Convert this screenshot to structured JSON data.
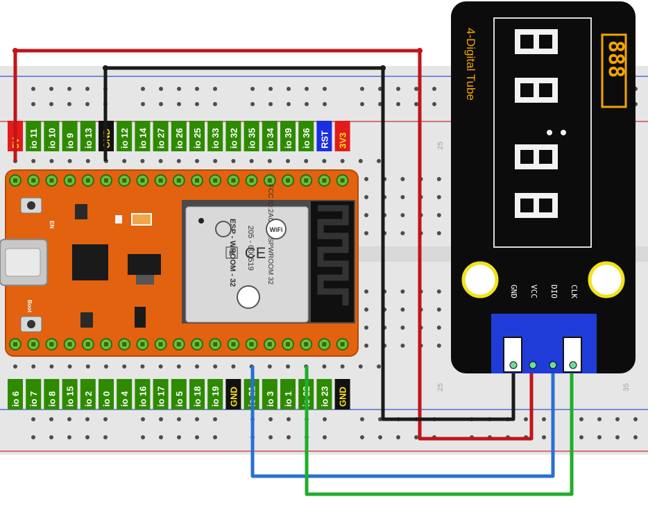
{
  "colors": {
    "board": "#e2620f",
    "board_edge": "#b84a08",
    "pin_green": "#5a9a1a",
    "label_bg_green": "#2e8b00",
    "label_bg_black": "#111111",
    "label_bg_red": "#e21b1b",
    "label_bg_blue": "#1a2fe0",
    "wire_red": "#c0151a",
    "wire_black": "#1a1a1a",
    "wire_blue": "#2a6fd6",
    "wire_green": "#1fae2a",
    "module_bg": "#0c0c0c",
    "module_text": "#f5a400",
    "connector_blue": "#1f3cd8",
    "mount_ring": "#f2e21b"
  },
  "top_labels": [
    "5V",
    "io 11",
    "io 10",
    "io 9",
    "io 13",
    "GND",
    "io 12",
    "io 14",
    "io 27",
    "io 26",
    "io 25",
    "io 33",
    "io 32",
    "io 35",
    "io 34",
    "io 39",
    "io 36",
    "RST",
    "3V3"
  ],
  "bottom_labels": [
    "io 6",
    "io 7",
    "io 8",
    "io 15",
    "io 2",
    "io 0",
    "io 4",
    "io 16",
    "io 17",
    "io 5",
    "io 18",
    "io 19",
    "GND",
    "io 21",
    "io 3",
    "io 1",
    "io 22",
    "io 23",
    "GND"
  ],
  "board": {
    "en_label": "EN",
    "boot_label": "Boot",
    "wifi_label": "WiFi",
    "module_name": "ESP - WROOM - 32",
    "fcc_text": "FCC ID:2AC7Z-ESPWROOM 32",
    "cert_id": "205 - 000519",
    "ce_mark": "CE",
    "r_mark": "R"
  },
  "display": {
    "title": "4-Digital Tube",
    "pins": [
      "GND",
      "VCC",
      "DIO",
      "CLK"
    ],
    "digits": [
      "88",
      "88"
    ],
    "mini_digits": "888"
  },
  "breadboard": {
    "column_marks": [
      "25",
      "25",
      "35"
    ]
  }
}
